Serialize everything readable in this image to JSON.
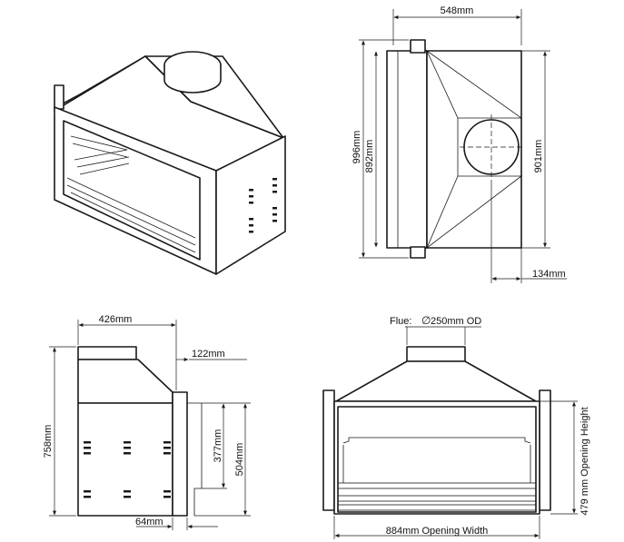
{
  "drawing": {
    "top_view": {
      "width": "548mm",
      "depth_outer": "996mm",
      "depth_inner": "892mm",
      "body_depth": "901mm",
      "offset": "134mm"
    },
    "side_view": {
      "depth": "426mm",
      "height": "758mm",
      "flange": "122mm",
      "opening_upper": "377mm",
      "opening_total": "504mm",
      "base_offset": "64mm"
    },
    "front_view": {
      "flue": "Flue:",
      "flue_symbol": "∅",
      "flue_size": "250mm OD",
      "opening_width": "884mm Opening Width",
      "opening_height": "479 mm Opening Height"
    }
  }
}
